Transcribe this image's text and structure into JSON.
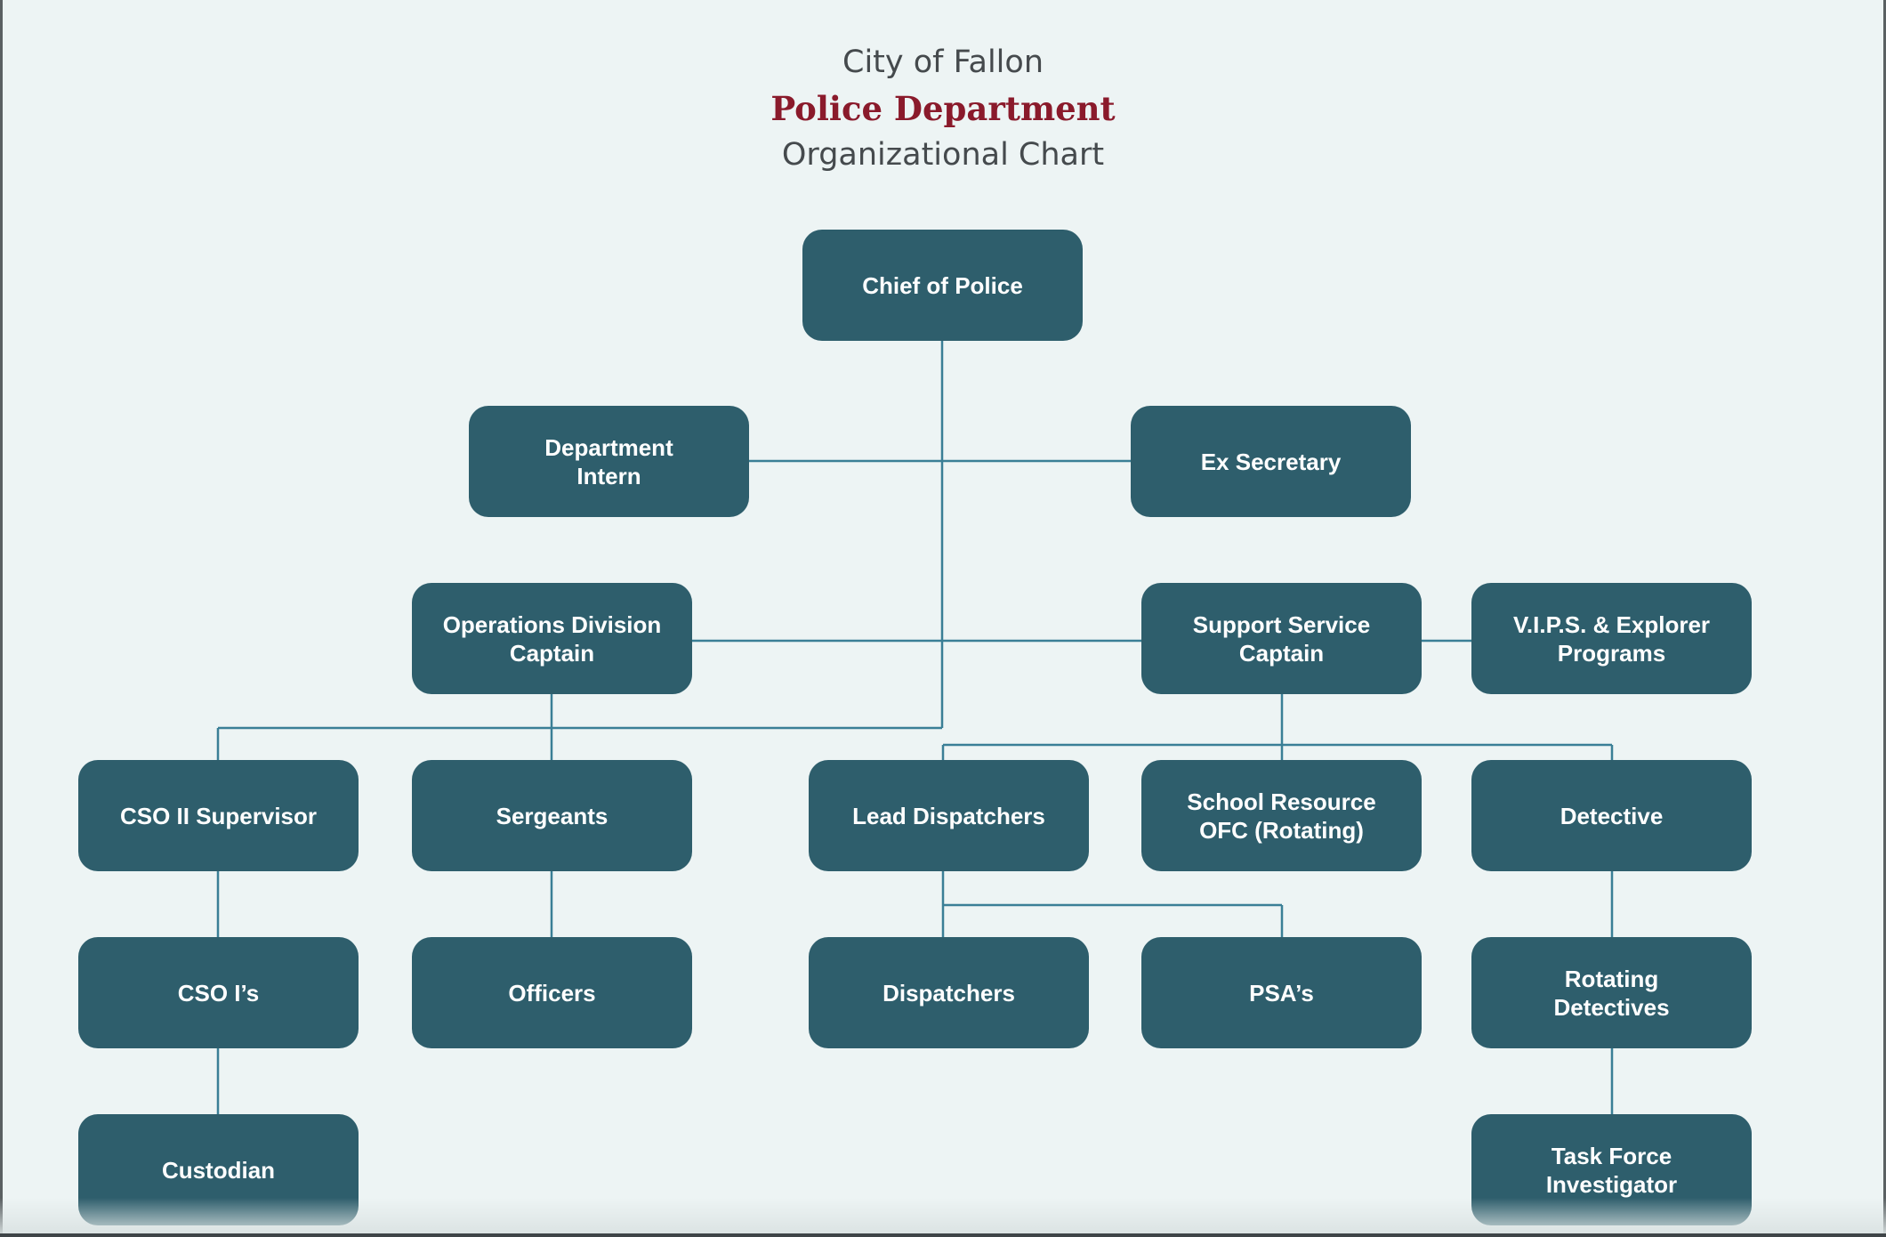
{
  "header": {
    "line1": "City of Fallon",
    "line2": "Police Department",
    "line3": "Organizational Chart"
  },
  "colors": {
    "box_fill": "#2e5e6c",
    "connector": "#3a7f96",
    "background": "#edf4f4",
    "title_accent": "#8a1a2b"
  },
  "nodes": {
    "chief": "Chief of Police",
    "intern": "Department\nIntern",
    "secretary": "Ex Secretary",
    "ops_captain": "Operations Division\nCaptain",
    "support_captain": "Support Service\nCaptain",
    "vips": "V.I.P.S. & Explorer\nPrograms",
    "cso2": "CSO II Supervisor",
    "sergeants": "Sergeants",
    "lead_dispatchers": "Lead Dispatchers",
    "school_resource": "School Resource\nOFC (Rotating)",
    "detective": "Detective",
    "cso1": "CSO I’s",
    "officers": "Officers",
    "dispatchers": "Dispatchers",
    "psa": "PSA’s",
    "rotating_detectives": "Rotating\nDetectives",
    "custodian": "Custodian",
    "task_force": "Task Force\nInvestigator"
  }
}
